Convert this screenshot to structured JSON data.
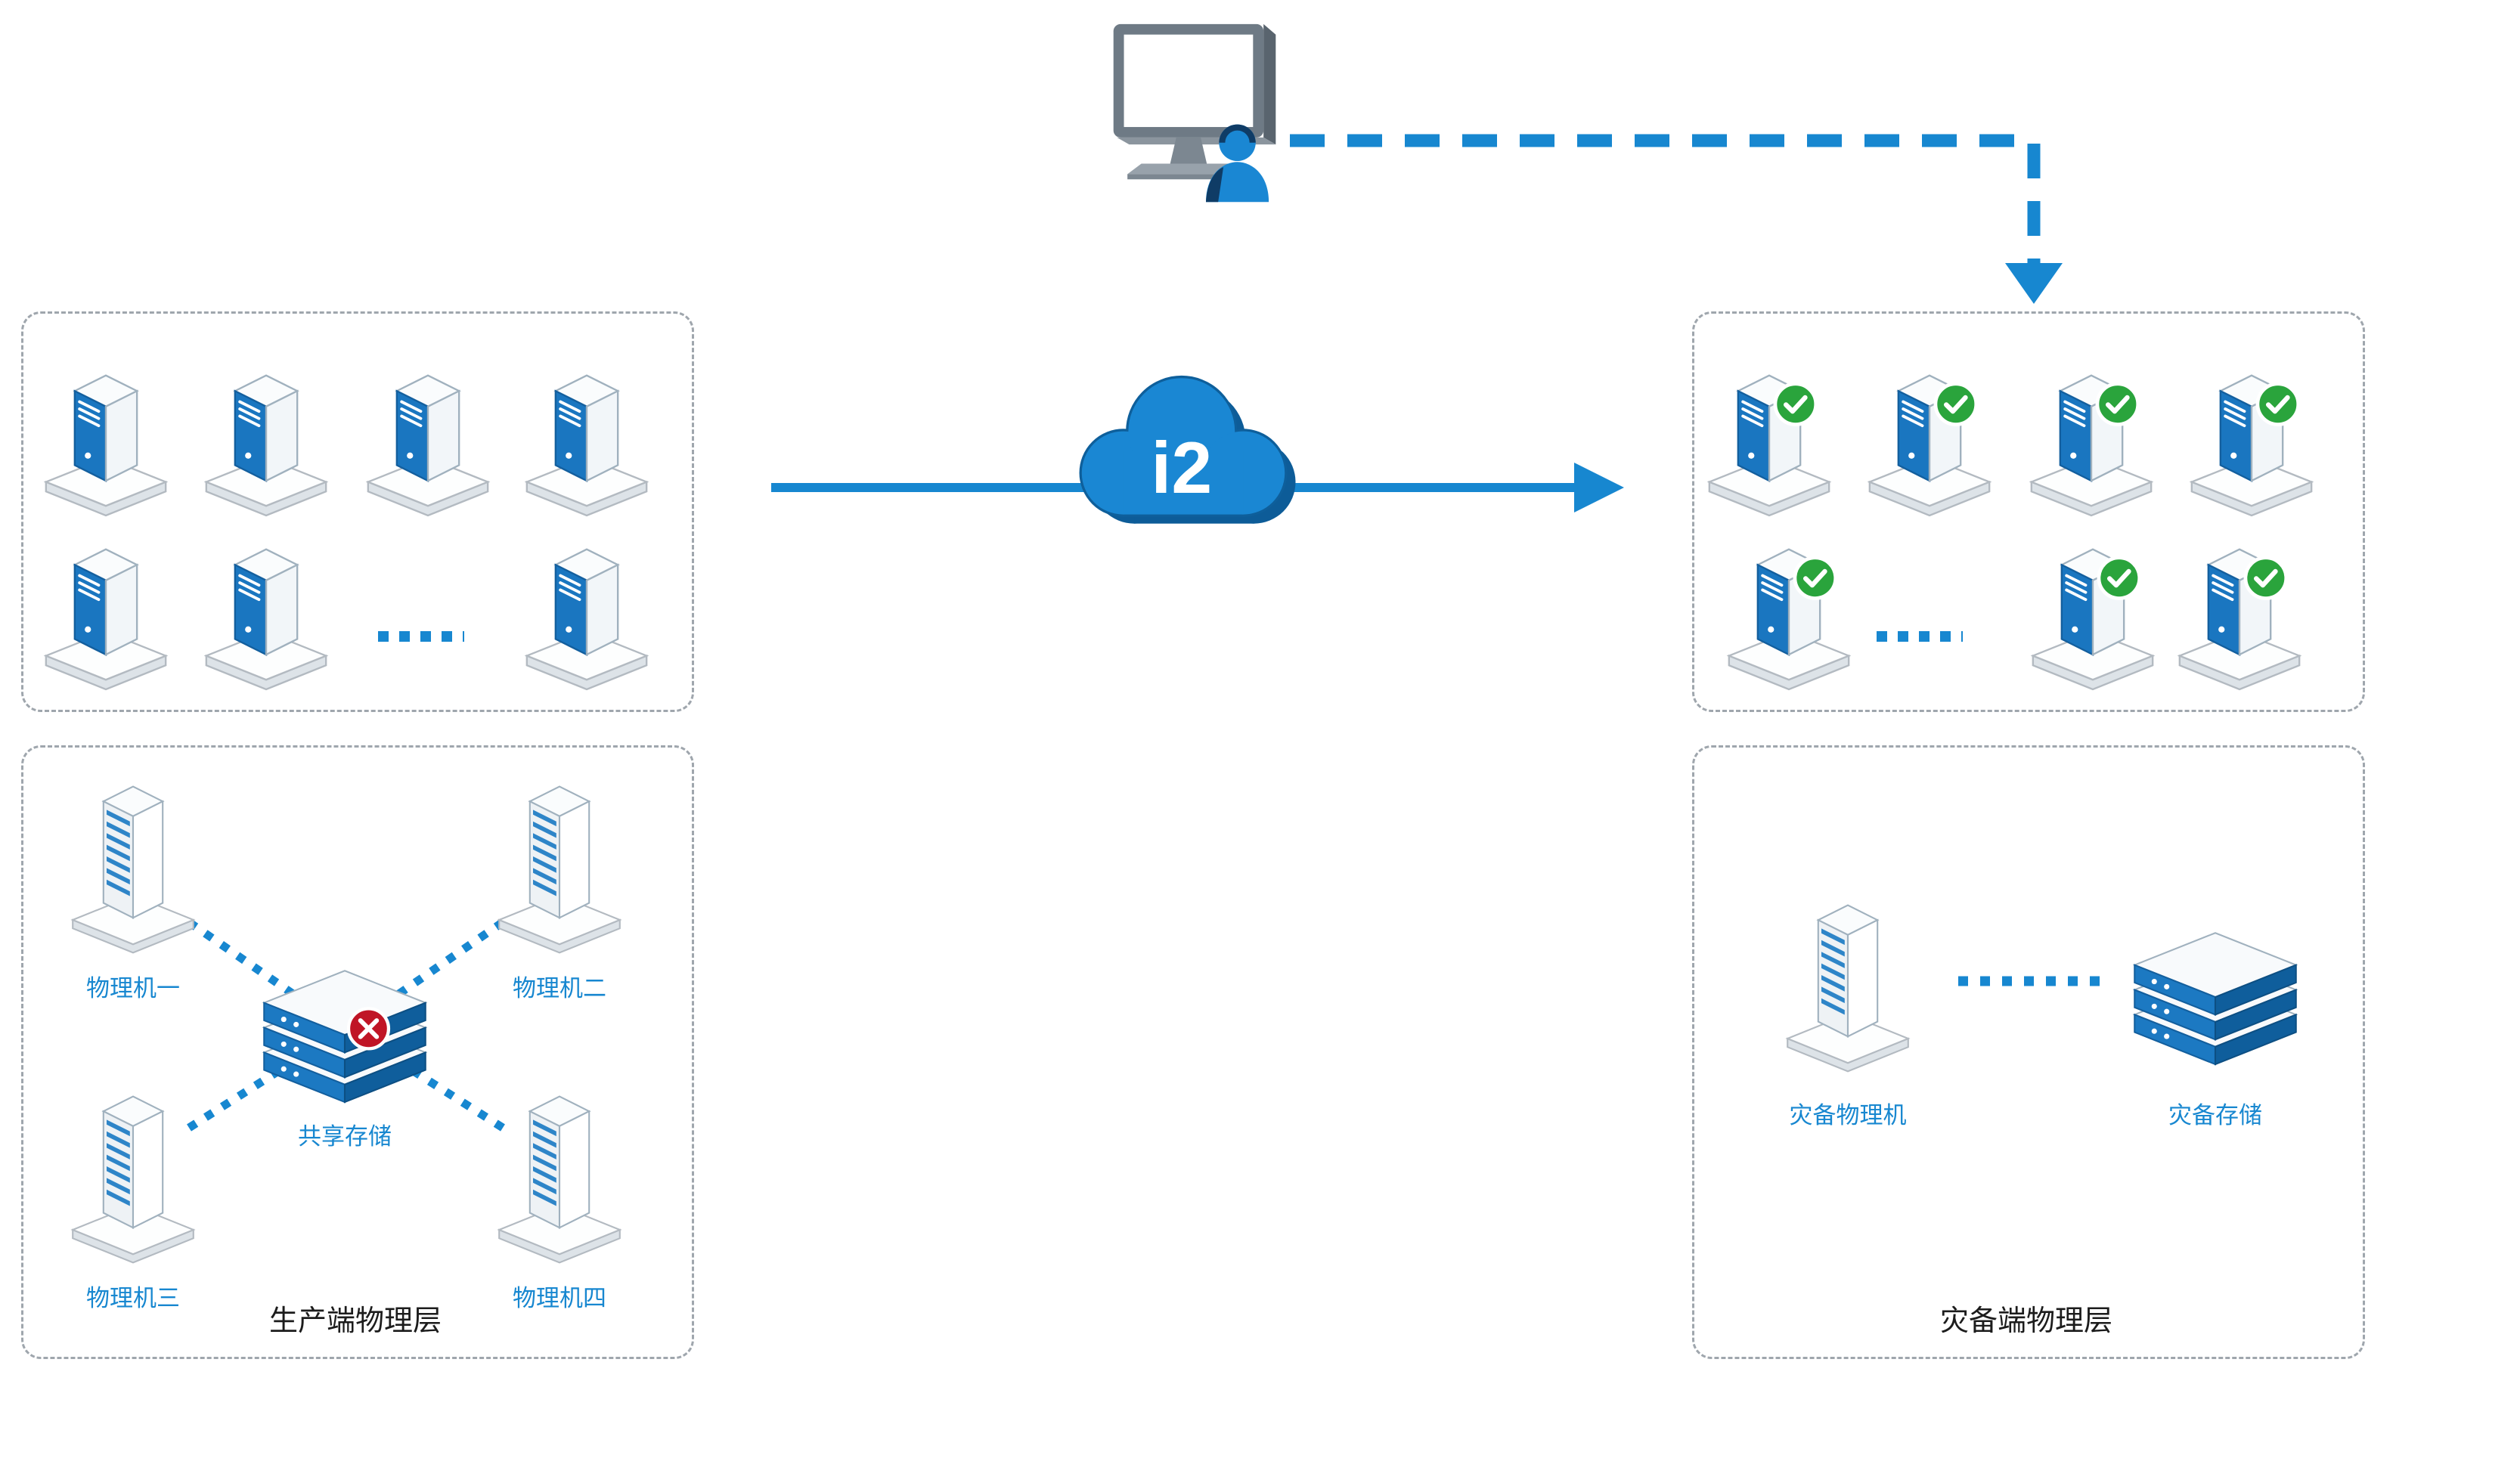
{
  "cloud": {
    "label": "i2"
  },
  "production": {
    "title": "生产端物理层",
    "machines": [
      "物理机一",
      "物理机二",
      "物理机三",
      "物理机四"
    ],
    "storage_label": "共享存储"
  },
  "dr": {
    "title": "灾备端物理层",
    "machine_label": "灾备物理机",
    "storage_label": "灾备存储"
  },
  "icons": {
    "monitor": "monitor-user-icon",
    "server": "server-tower-icon",
    "server_ok": "server-check-icon",
    "storage": "storage-stack-icon",
    "error_badge": "error-x-icon",
    "success_badge": "check-icon",
    "cloud": "i2-cloud-icon",
    "ellipsis": "ellipsis-dots"
  },
  "colors": {
    "accent": "#1787d0",
    "success": "#2aa43c",
    "error": "#c01526",
    "box_border": "#9fa6ad"
  }
}
